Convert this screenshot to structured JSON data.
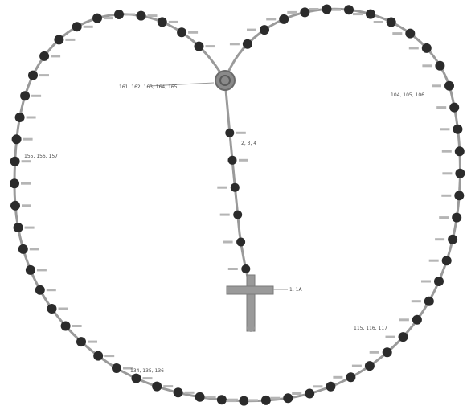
{
  "colors": {
    "background": "#ffffff",
    "strand": "#9a9a9a",
    "bead": "#2b2b2b",
    "centerpiece": "#8a8a8a",
    "crucifix": "#9a9a9a",
    "label": "#4a4a4a"
  },
  "icons": {
    "bead": "dark-bead-icon",
    "centerpiece": "centerpiece-medal-icon",
    "crucifix": "crucifix-icon"
  },
  "labels": {
    "centerpiece": "161, 162, 163, 164, 165",
    "left_loop": "155, 156, 157",
    "right_loop": "104, 105, 106",
    "lower_left": "134, 135, 136",
    "lower_right": "115, 116, 117",
    "pendant_upper": "2, 3, 4",
    "crucifix": "1, 1A"
  }
}
